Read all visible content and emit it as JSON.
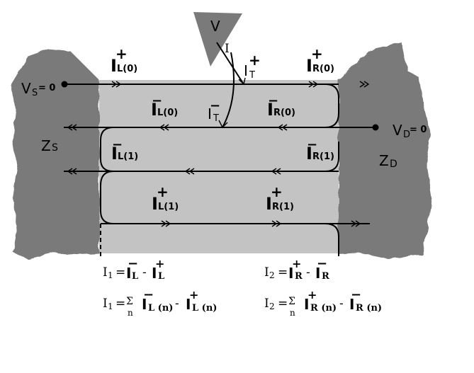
{
  "labels": {
    "v_tip": "V",
    "i_tip": "I",
    "vs": {
      "main": "V",
      "sub": "S",
      "eq": "= 0"
    },
    "vd": {
      "main": "V",
      "sub": "D",
      "eq": "= 0"
    },
    "zs": {
      "main": "Z",
      "sub": "S"
    },
    "zd": {
      "main": "Z",
      "sub": "D"
    },
    "il0_plus": {
      "main": "I",
      "sign": "+",
      "sub": "L(0)"
    },
    "ir0_plus": {
      "main": "I",
      "sign": "+",
      "sub": "R(0)"
    },
    "it_plus": {
      "main": "I",
      "sign": "+",
      "sub": "T"
    },
    "il0_minus": {
      "main": "I",
      "sign": "−",
      "sub": "L(0)"
    },
    "it_minus": {
      "main": "I",
      "sign": "−",
      "sub": "T"
    },
    "ir0_minus": {
      "main": "I",
      "sign": "−",
      "sub": "R(0)"
    },
    "il1_minus": {
      "main": "I",
      "sign": "−",
      "sub": "L(1)"
    },
    "ir1_minus": {
      "main": "I",
      "sign": "−",
      "sub": "R(1)"
    },
    "il1_plus": {
      "main": "I",
      "sign": "+",
      "sub": "L(1)"
    },
    "ir1_plus": {
      "main": "I",
      "sign": "+",
      "sub": "R(1)"
    }
  },
  "formulas": {
    "f1": {
      "lhs": "I",
      "lhs_sub": "1",
      "eq": "=",
      "t1": "I",
      "t1_sign": "−",
      "t1_sub": "L",
      "op": "-",
      "t2": "I",
      "t2_sign": "+",
      "t2_sub": "L"
    },
    "f2": {
      "lhs": "I",
      "lhs_sub": "2",
      "eq": "=",
      "t1": "I",
      "t1_sign": "+",
      "t1_sub": "R",
      "op": "-",
      "t2": "I",
      "t2_sign": "−",
      "t2_sub": "R"
    },
    "f3": {
      "lhs": "I",
      "lhs_sub": "1",
      "eq": "=",
      "sum": "Σ",
      "sum_idx": "n",
      "t1": "I",
      "t1_sign": "−",
      "t1_sub": "L (n)",
      "op": "-",
      "t2": "I",
      "t2_sign": "+",
      "t2_sub": "L (n)"
    },
    "f4": {
      "lhs": "I",
      "lhs_sub": "2",
      "eq": "=",
      "sum": "Σ",
      "sum_idx": "n",
      "t1": "I",
      "t1_sign": "+",
      "t1_sub": "R (n)",
      "op": "-",
      "t2": "I",
      "t2_sign": "−",
      "t2_sub": "R (n)"
    }
  },
  "colors": {
    "contact": "#7a7a7a",
    "channel": "#c3c3c3",
    "line": "#000000",
    "background": "#ffffff"
  }
}
